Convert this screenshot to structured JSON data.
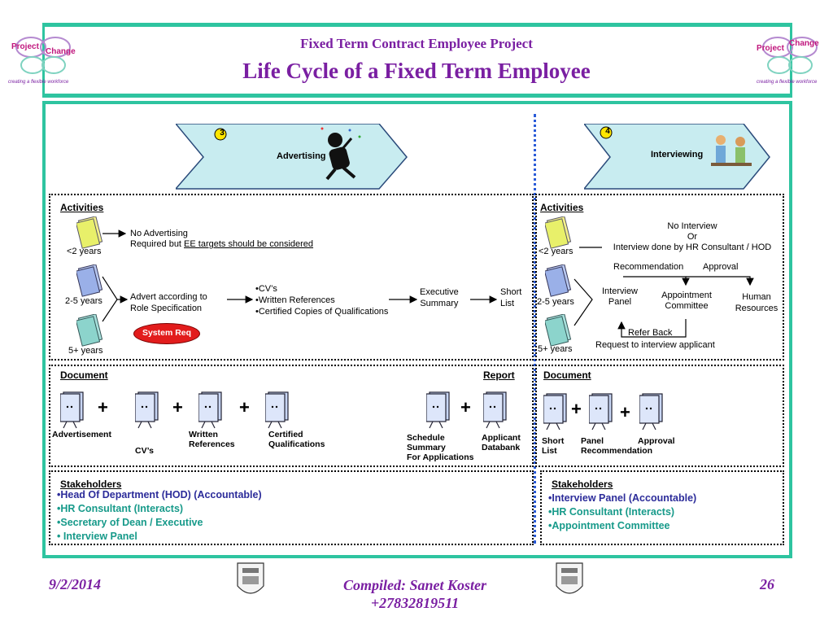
{
  "header": {
    "subtitle": "Fixed Term Contract Employee Project",
    "title": "Life Cycle of a Fixed Term Employee",
    "logo_word_left": "Project",
    "logo_word_right": "Change",
    "logo_tagline": "creating a flexible workforce"
  },
  "stage3": {
    "number": "3",
    "label": "Advertising"
  },
  "stage4": {
    "number": "4",
    "label": "Interviewing"
  },
  "left": {
    "activities_heading": "Activities",
    "lt2": "<2 years",
    "y25": "2-5 years",
    "y5plus": "5+ years",
    "no_adv_line1": "No Advertising",
    "no_adv_line2_a": "Required but ",
    "no_adv_line2_b": "EE targets should be considered",
    "advert_line1": "Advert according to",
    "advert_line2": "Role Specification",
    "bullet1": "•CV’s",
    "bullet2": "•Written References",
    "bullet3": "•Certified Copies of Qualifications",
    "exec_line1": "Executive",
    "exec_line2": "Summary",
    "short_line1": "Short",
    "short_line2": "List",
    "system_req": "System Req",
    "document_heading": "Document",
    "report_heading": "Report",
    "doc_advertisement": "Advertisement",
    "doc_cvs": "CV’s",
    "doc_written_1": "Written",
    "doc_written_2": "References",
    "doc_cert_1": "Certified",
    "doc_cert_2": "Qualifications",
    "doc_sched_1": "Schedule",
    "doc_sched_2": "Summary",
    "doc_sched_3": "For Applications",
    "doc_app_1": "Applicant",
    "doc_app_2": "Databank",
    "plus": "+",
    "stakeholders_heading": "Stakeholders",
    "stake1": "•Head Of Department (HOD) (Accountable)",
    "stake2": "•HR Consultant (Interacts)",
    "stake3": "•Secretary of Dean / Executive",
    "stake4": "• Interview Panel"
  },
  "right": {
    "activities_heading": "Activities",
    "lt2": "<2 years",
    "y25": "2-5 years",
    "y5plus": "5+ years",
    "no_interview": "No Interview",
    "or": "Or",
    "hr_line": "Interview done by HR Consultant / HOD",
    "recommendation": "Recommendation",
    "approval": "Approval",
    "panel_1": "Interview",
    "panel_2": "Panel",
    "appt_1": "Appointment",
    "appt_2": "Committee",
    "hr_1": "Human",
    "hr_2": "Resources",
    "refer_back": "Refer Back",
    "request": "Request to interview applicant",
    "document_heading": "Document",
    "doc_short_1": "Short",
    "doc_short_2": "List",
    "doc_panel_1": "Panel",
    "doc_panel_2": "Recommendation",
    "doc_approval": "Approval",
    "plus": "+",
    "stakeholders_heading": "Stakeholders",
    "stake1": "•Interview Panel (Accountable)",
    "stake2": "•HR Consultant (Interacts)",
    "stake3": "•Appointment Committee"
  },
  "footer": {
    "date": "9/2/2014",
    "compiled": "Compiled: Sanet Koster",
    "phone": "+27832819511",
    "page": "26"
  },
  "colors": {
    "accent_teal": "#2ec4a0",
    "title_purple": "#7a1fa2",
    "chevron_fill": "#c8ecf0",
    "system_req_red": "#e21c1c"
  }
}
